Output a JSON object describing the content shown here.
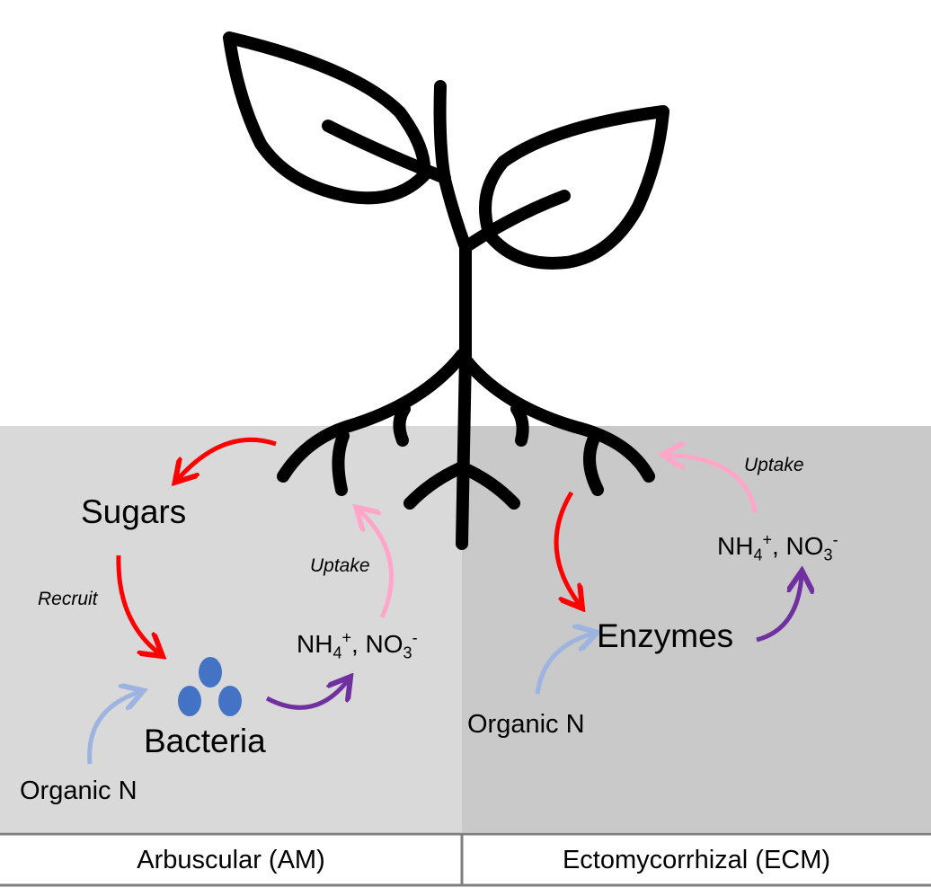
{
  "colors": {
    "am_background": "#d9d9d9",
    "ecm_background": "#c9c9c9",
    "plant_stroke": "#000000",
    "sugar_arrow": "#ff0000",
    "uptake_arrow": "#ffa6c9",
    "mineralization_arrow": "#7030a0",
    "organic_n_arrow": "#9db3e0",
    "bacteria_fill": "#4472c4",
    "divider": "#7f7f7f"
  },
  "am": {
    "sugars": "Sugars",
    "recruit": "Recruit",
    "bacteria": "Bacteria",
    "organic_n": "Organic N",
    "uptake": "Uptake",
    "nh4_base": "NH",
    "nh4_sub": "4",
    "nh4_sup": "+",
    "sep": ", ",
    "no3_base": "NO",
    "no3_sub": "3",
    "no3_sup": "-"
  },
  "ecm": {
    "enzymes": "Enzymes",
    "organic_n": "Organic N",
    "uptake": "Uptake",
    "nh4_base": "NH",
    "nh4_sub": "4",
    "nh4_sup": "+",
    "sep": ", ",
    "no3_base": "NO",
    "no3_sub": "3",
    "no3_sup": "-"
  },
  "footer": {
    "am_label": "Arbuscular (AM)",
    "ecm_label": "Ectomycorrhizal (ECM)"
  }
}
